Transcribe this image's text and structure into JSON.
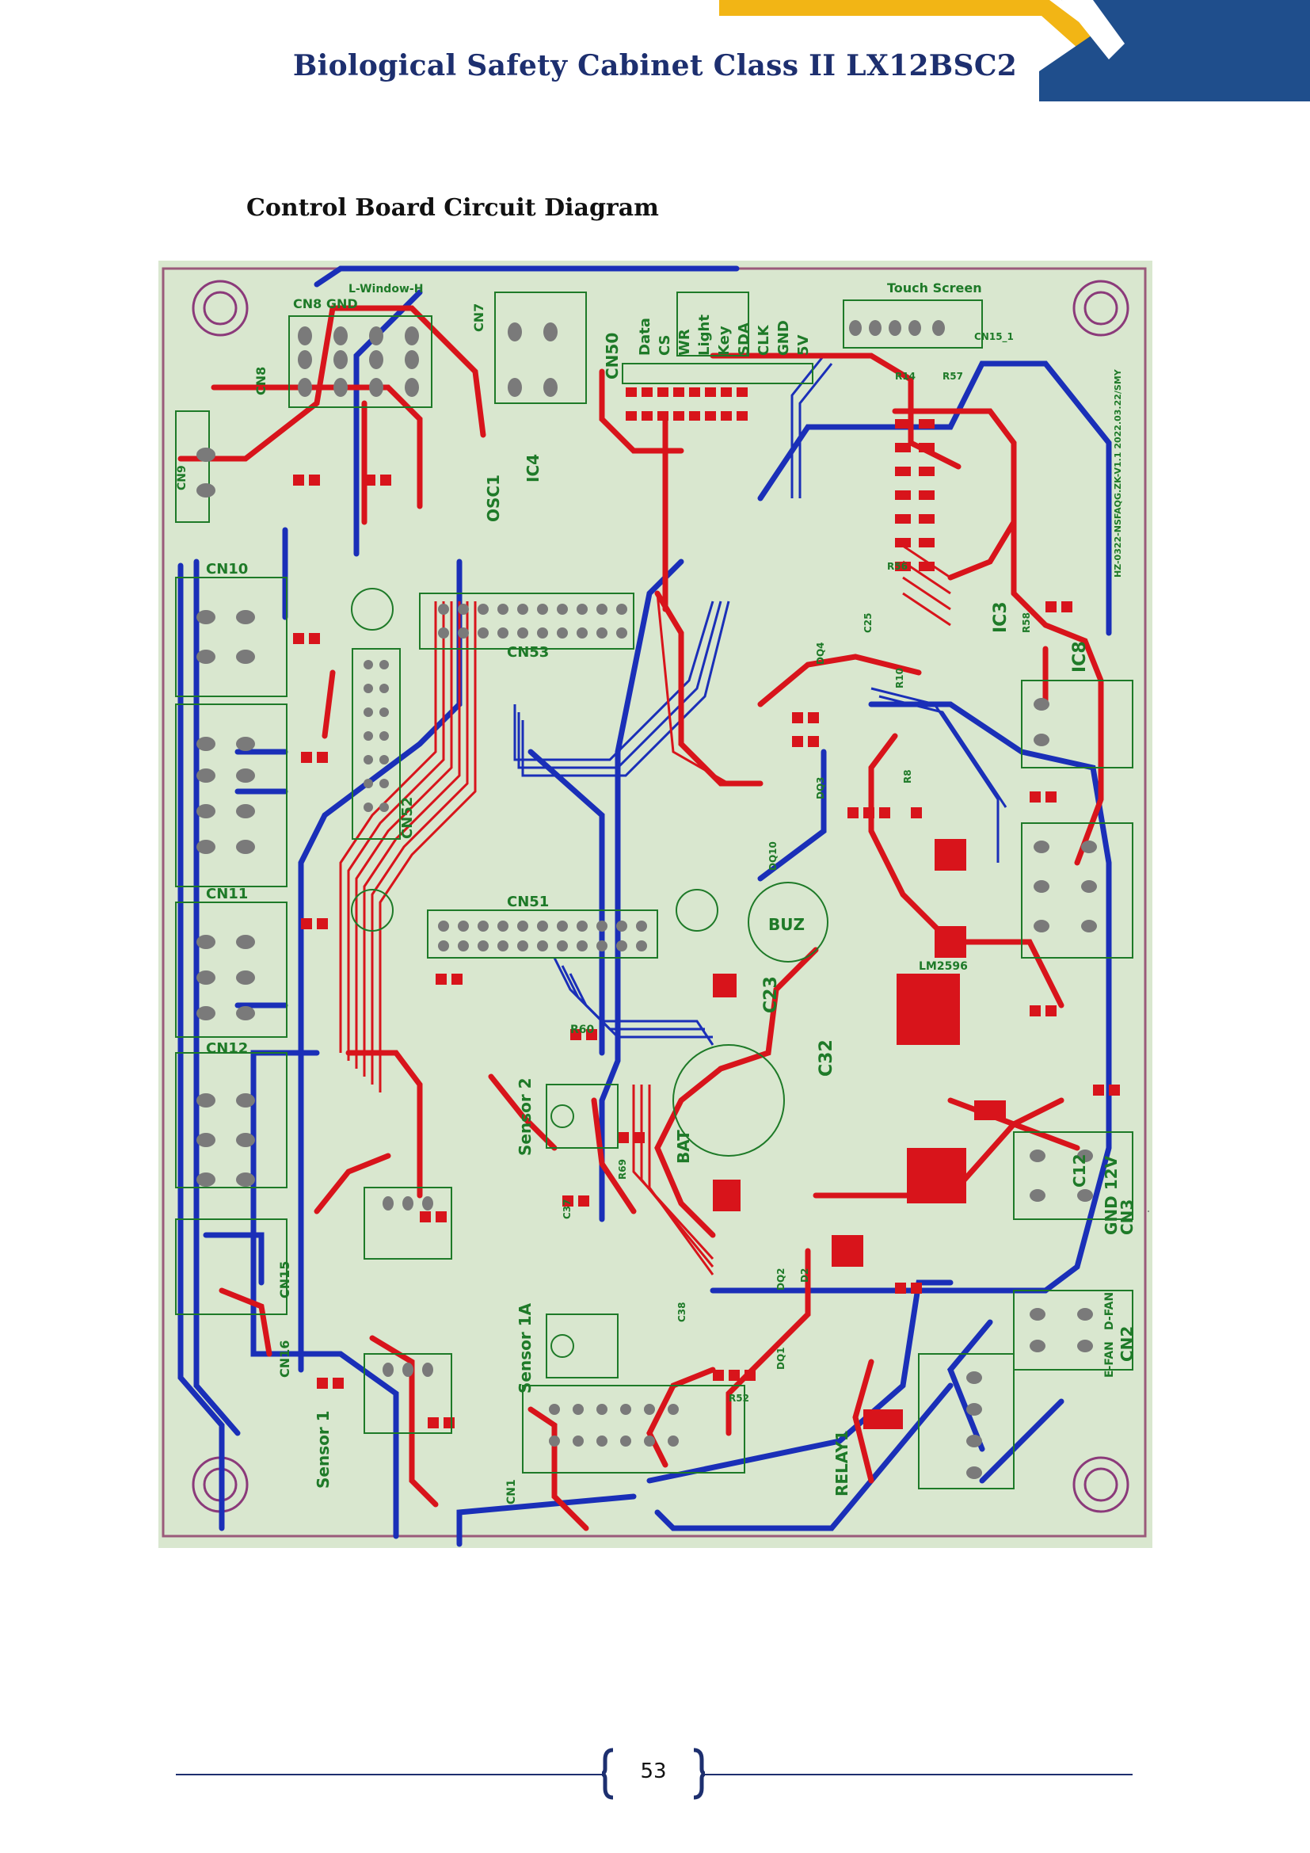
{
  "header": {
    "title": "Biological Safety Cabinet Class II LX12BSC2"
  },
  "section": {
    "heading": "Control Board Circuit Diagram"
  },
  "diagram": {
    "labels": {
      "cn8": "CN8",
      "cn8_gnd": "CN8 GND",
      "lwindow": "L-Window-H",
      "cn7": "CN7",
      "cn50": "CN50",
      "data": "Data",
      "cs": "CS",
      "wr": "WR",
      "light": "Light",
      "key": "Key",
      "sda": "SDA",
      "clk": "CLK",
      "gnd": "GND",
      "v5": "5V",
      "touch_screen": "Touch Screen",
      "cn15": "CN15_1",
      "ic3": "IC3",
      "ic8": "IC8",
      "ic4": "IC4",
      "osc1": "OSC1",
      "cn9": "CN9",
      "cn10": "CN10",
      "cn11": "CN11",
      "cn12": "CN12",
      "cn52": "CN52",
      "cn53": "CN53",
      "cn51": "CN51",
      "buz": "BUZ",
      "c23": "C23",
      "c32": "C32",
      "lm2596": "LM2596",
      "bat": "BAT",
      "sensor2": "Sensor 2",
      "sensor1a": "Sensor 1A",
      "sensor1": "Sensor 1",
      "relay1": "RELAY1",
      "cn3": "CN3",
      "gnd12v": "GND 12V",
      "cn2": "CN2",
      "efan": "E-FAN",
      "dfan": "D-FAN",
      "c12": "C12",
      "cn1": "CN1",
      "cn16": "CN16",
      "cn15b": "CN15",
      "r60": "R60",
      "r69": "R69",
      "c37": "C37",
      "c38": "C38",
      "r52": "R52",
      "dq1": "DQ1",
      "dq2": "DQ2",
      "d2": "D2",
      "dq3": "DQ3",
      "dq4": "DQ4",
      "dq10": "DQ10",
      "r10": "R10",
      "r8": "R8",
      "c25": "C25",
      "r58": "R58",
      "r56": "R56",
      "r14": "R14",
      "r57": "R57",
      "board_id": "HZ-0322-NSFAQG.ZK-V1.1 2022.03.22/SMY"
    }
  },
  "footer": {
    "page_number": "53"
  }
}
